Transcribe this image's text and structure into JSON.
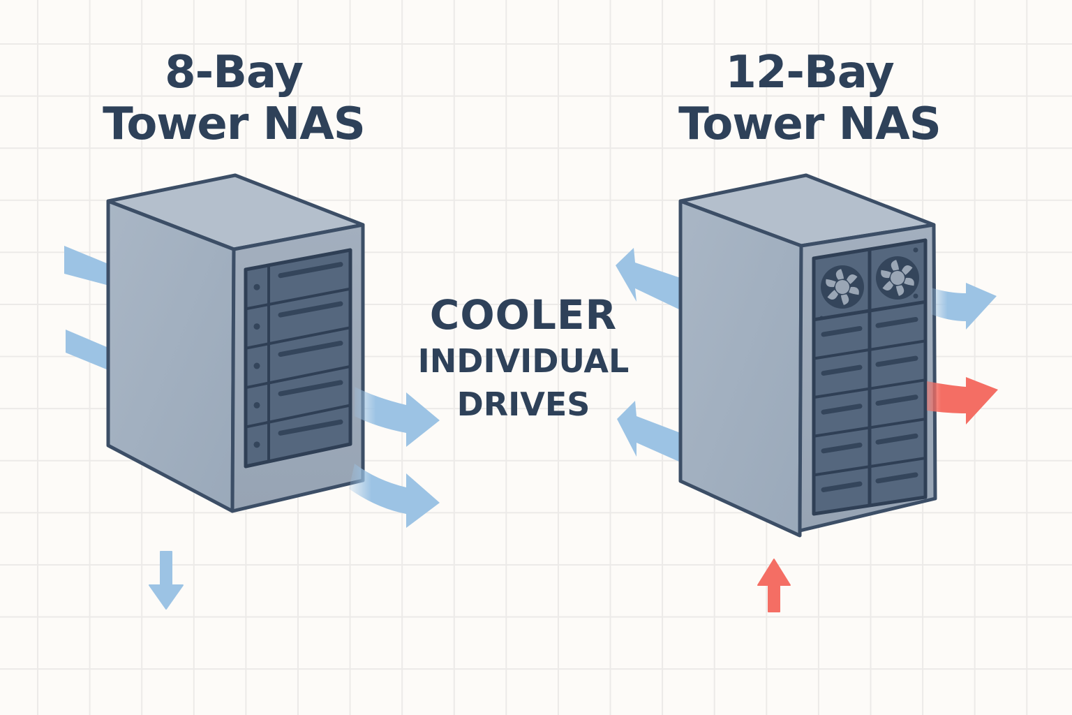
{
  "left_unit": {
    "title_line1": "8-Bay",
    "title_line2": "Tower NAS",
    "visible_drive_trays": 5,
    "fans": 0,
    "airflow": [
      {
        "direction": "in",
        "color": "#9cc3e4",
        "side": "left"
      },
      {
        "direction": "in",
        "color": "#9cc3e4",
        "side": "left"
      },
      {
        "direction": "out",
        "color": "#9cc3e4",
        "side": "right"
      },
      {
        "direction": "out",
        "color": "#9cc3e4",
        "side": "right"
      },
      {
        "direction": "down",
        "color": "#9cc3e4",
        "side": "bottom"
      }
    ]
  },
  "right_unit": {
    "title_line1": "12-Bay",
    "title_line2": "Tower NAS",
    "visible_drive_trays": 10,
    "fans": 2,
    "airflow": [
      {
        "direction": "out",
        "color": "#9cc3e4",
        "side": "left"
      },
      {
        "direction": "out",
        "color": "#9cc3e4",
        "side": "left"
      },
      {
        "direction": "out",
        "color": "#9cc3e4",
        "side": "right"
      },
      {
        "direction": "out",
        "color": "#f46e64",
        "side": "right"
      },
      {
        "direction": "up",
        "color": "#f46e64",
        "side": "bottom"
      }
    ]
  },
  "center_label": {
    "line1": "COOLER",
    "line2": "INDIVIDUAL",
    "line3": "DRIVES"
  },
  "colors": {
    "text": "#2e4159",
    "cool_air": "#9cc3e4",
    "hot_air": "#f46e64",
    "chassis": "#a5b2c2",
    "outline": "#3c4e66",
    "bay_panel": "#55677e"
  }
}
